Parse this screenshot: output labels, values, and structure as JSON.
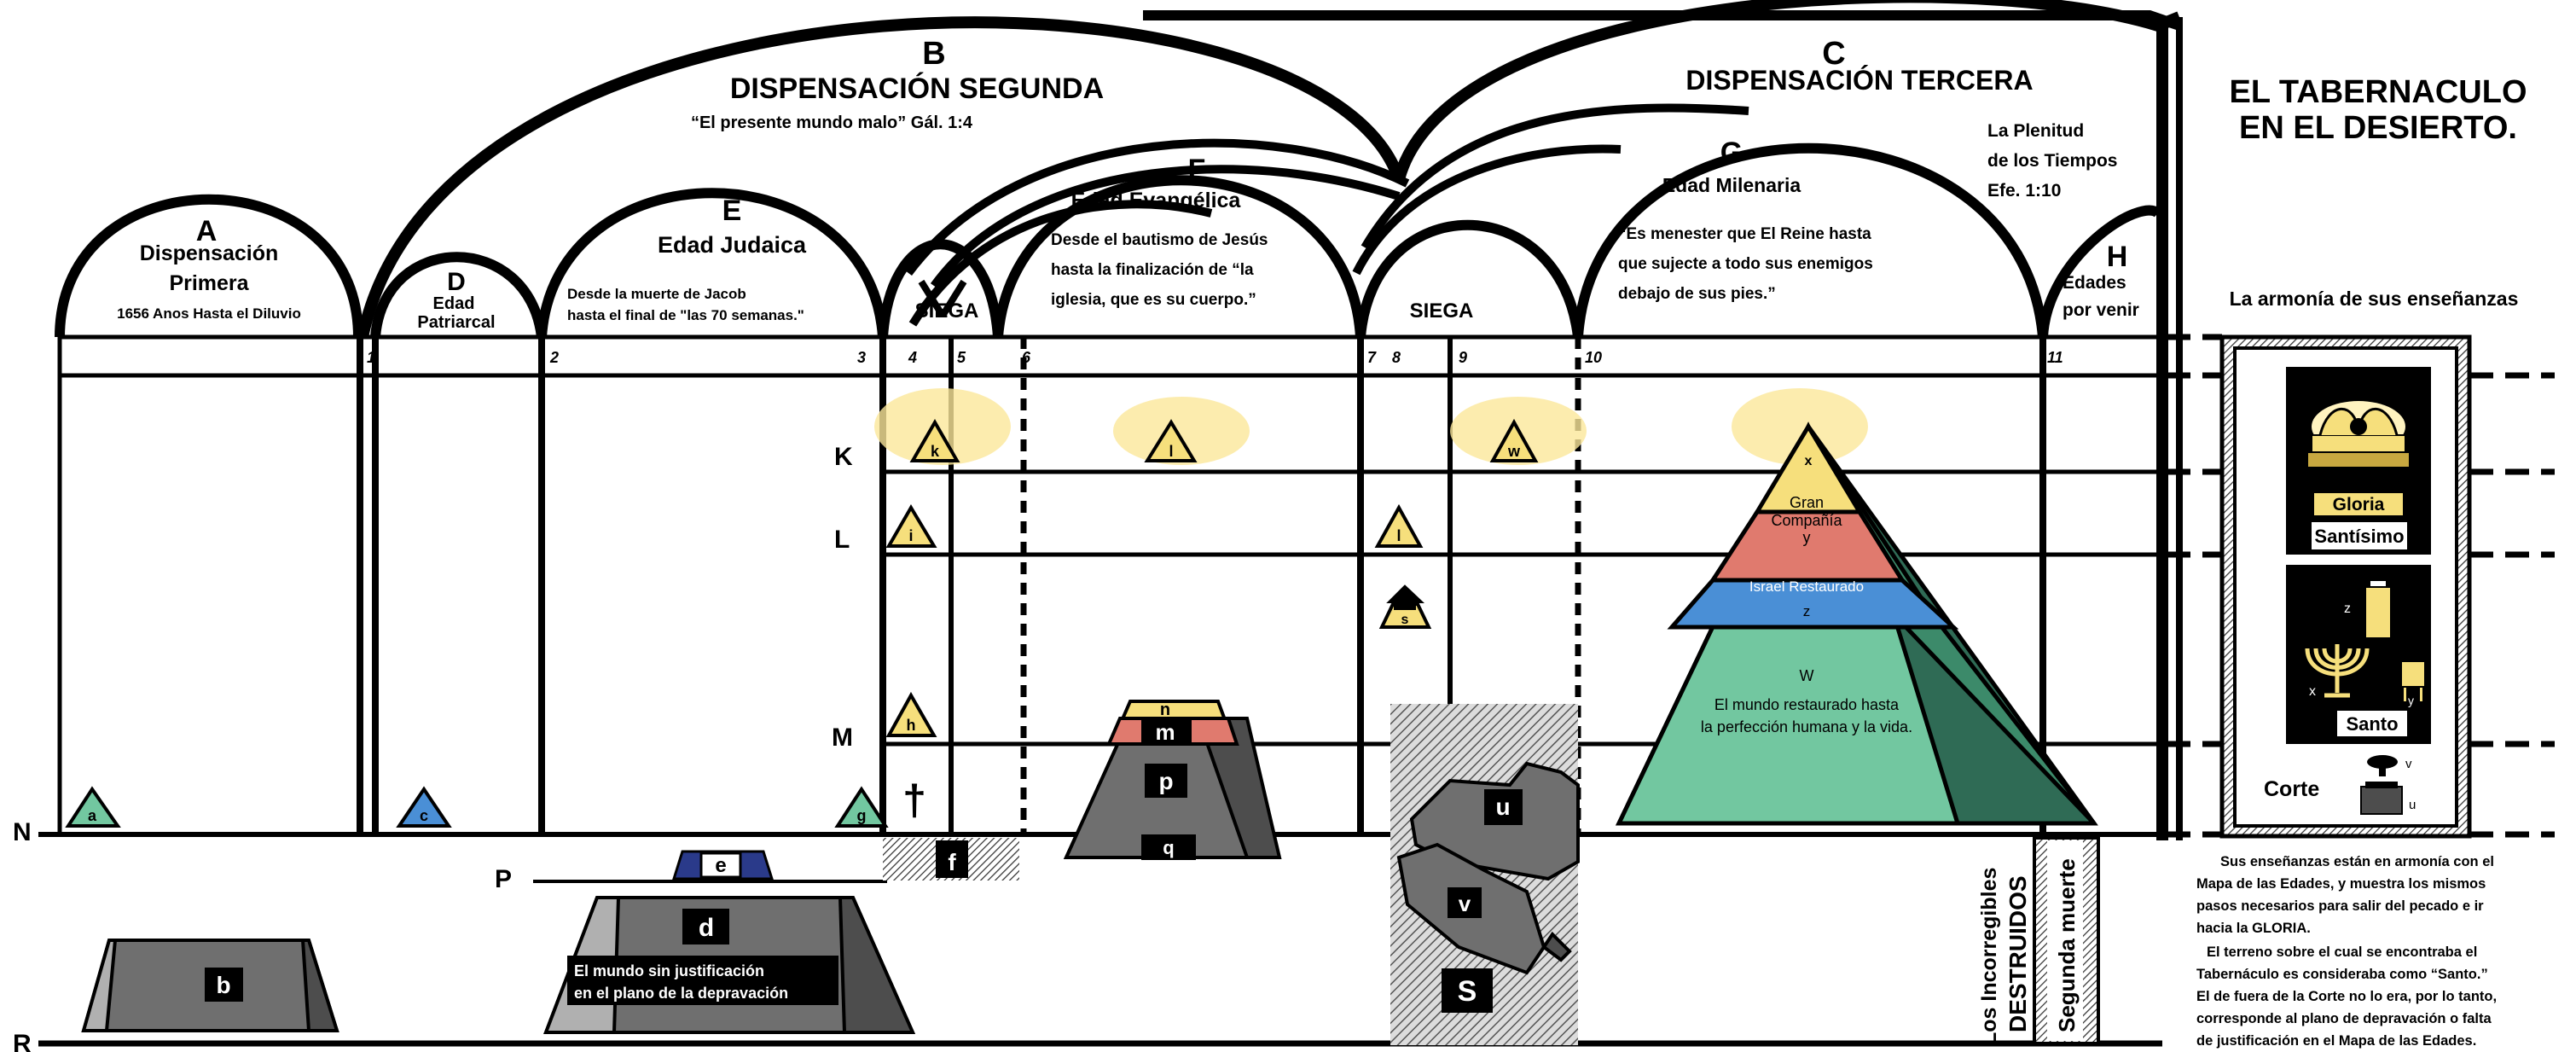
{
  "dispensations": {
    "b": {
      "letter": "B",
      "title": "DISPENSACIÓN SEGUNDA",
      "quote": "“El presente mundo malo”  Gál. 1:4"
    },
    "c": {
      "letter": "C",
      "title": "DISPENSACIÓN TERCERA",
      "plenitud": [
        "La Plenitud",
        "de los Tiempos",
        "Efe. 1:10"
      ]
    }
  },
  "ages": {
    "a": {
      "letter": "A",
      "lines": [
        "Dispensación",
        "Primera"
      ],
      "sub": "1656 Anos Hasta el Diluvio"
    },
    "d": {
      "letter": "D",
      "lines": [
        "Edad",
        "Patriarcal"
      ]
    },
    "e": {
      "letter": "E",
      "title": "Edad Judaica",
      "lines": [
        "Desde la muerte de Jacob",
        "hasta el final de \"las 70 semanas.\""
      ]
    },
    "f": {
      "letter": "F",
      "title": "Edad Evangélica",
      "lines": [
        "Desde el bautismo de Jesús",
        "hasta la finalización de “la",
        "iglesia, que es su cuerpo.”"
      ]
    },
    "g": {
      "letter": "G",
      "title": "Edad Milenaria",
      "lines": [
        "“Es menester que El Reine hasta",
        "que sujecte a todo sus enemigos",
        "debajo de sus pies.”"
      ]
    },
    "h": {
      "letter": "H",
      "lines": [
        "Edades",
        "por venir"
      ]
    }
  },
  "siega": [
    "SIEGA",
    "SIEGA"
  ],
  "numbers": [
    "1",
    "2",
    "3",
    "4",
    "5",
    "6",
    "7",
    "8",
    "9",
    "10",
    "11"
  ],
  "planes": [
    "K",
    "L",
    "M",
    "N",
    "P",
    "R"
  ],
  "markers": {
    "a": "a",
    "b": "b",
    "c": "c",
    "d": "d",
    "e": "e",
    "f": "f",
    "g": "g",
    "h": "h",
    "i": "i",
    "k": "k",
    "l": "l",
    "m": "m",
    "n": "n",
    "p": "p",
    "q": "q",
    "s_lower": "s",
    "s_upper": "S",
    "t": "t",
    "u": "u",
    "v": "v",
    "w": "w",
    "x": "x",
    "y": "y",
    "z": "z",
    "w_upper": "W"
  },
  "world": [
    "El mundo sin justificación",
    "en el plano de la depravación"
  ],
  "pyramid": {
    "gran": [
      "Gran",
      "Compañía"
    ],
    "israel": "Israel Restaurado",
    "mundo": [
      "El mundo restaurado hasta",
      "la perfección humana y la vida."
    ]
  },
  "destroyed": {
    "incorregibles": "Los Incorregibles",
    "destruidos": "DESTRUIDOS",
    "segunda": "Segunda muerte"
  },
  "tabernacle": {
    "title": [
      "EL TABERNACULO",
      "EN EL DESIERTO."
    ],
    "subtitle": "La armonía de sus enseñanzas",
    "gloria": "Gloria",
    "santisimo": "Santísimo",
    "santo": "Santo",
    "corte": "Corte",
    "labels": {
      "x": "x",
      "y": "y",
      "z": "z",
      "v": "v",
      "u": "u"
    },
    "notes": [
      "Sus enseñanzas están en armonía con el",
      "Mapa de las Edades, y muestra los mismos",
      "pasos necesarios para salir del pecado e ir",
      "hacia la GLORIA.",
      "El terreno sobre el cual se encontraba el",
      "Tabernáculo es consideraba como “Santo.”",
      "El de fuera de la Corte no lo era, por lo tanto,",
      "corresponde al plano de depravación o falta",
      "de justificación en el Mapa de las Edades."
    ]
  },
  "colors": {
    "gray": "#6f6f6f",
    "dark_gray": "#4d4d4d",
    "red": "#e07a6e",
    "blue": "#4a8fd6",
    "green": "#72c7a0",
    "yellow": "#f6df7c",
    "glow": "#fbeea8",
    "navy": "#2a3a8a"
  }
}
